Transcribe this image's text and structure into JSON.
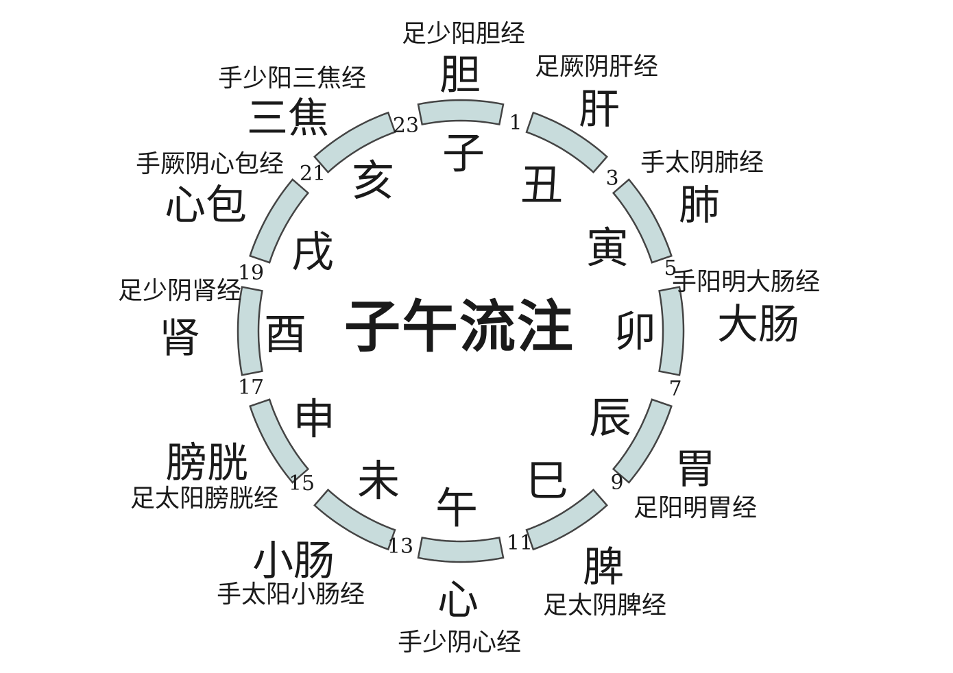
{
  "title": "子午流注",
  "colors": {
    "segment_fill": "#c8dcdc",
    "segment_stroke": "#444444",
    "text": "#1a1a1a"
  },
  "branches": [
    "子",
    "丑",
    "寅",
    "卯",
    "辰",
    "巳",
    "午",
    "未",
    "申",
    "酉",
    "戌",
    "亥"
  ],
  "hours": [
    "23",
    "1",
    "3",
    "5",
    "7",
    "9",
    "11",
    "13",
    "15",
    "17",
    "19",
    "21"
  ],
  "organs": [
    "胆",
    "肝",
    "肺",
    "大肠",
    "胃",
    "脾",
    "心",
    "小肠",
    "膀胱",
    "肾",
    "心包",
    "三焦"
  ],
  "meridians": [
    "足少阳胆经",
    "足厥阴肝经",
    "手太阴肺经",
    "手阳明大肠经",
    "足阳明胃经",
    "足太阴脾经",
    "手少阴心经",
    "手太阳小肠经",
    "足太阳膀胱经",
    "足少阴肾经",
    "手厥阴心包经",
    "手少阳三焦经"
  ]
}
